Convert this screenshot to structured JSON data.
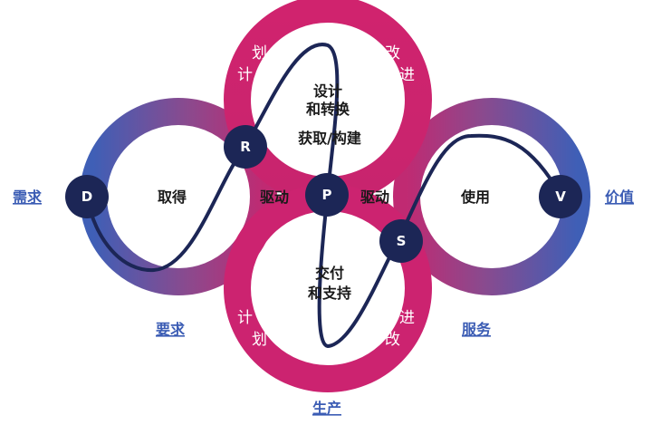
{
  "colors": {
    "blue": "#3f5fb6",
    "magenta": "#d0236e",
    "purple": "#8a4a8e",
    "navy": "#1c2656",
    "link": "#3b5cb4"
  },
  "outer_labels": {
    "demand": "需求",
    "value": "价值",
    "requirement": "要求",
    "service": "服务",
    "production": "生产"
  },
  "rings": {
    "top": {
      "plan_chars": [
        "计",
        "划"
      ],
      "improve_chars": [
        "改",
        "进"
      ],
      "center_lines": [
        "设计",
        "和转换",
        "获取/构建"
      ]
    },
    "bottom": {
      "plan_chars": [
        "计",
        "划"
      ],
      "improve_chars": [
        "进",
        "改"
      ],
      "center_lines": [
        "交付",
        "和支持"
      ]
    },
    "left": {
      "center": "取得"
    },
    "right": {
      "center": "使用"
    }
  },
  "drive": {
    "left": "驱动",
    "right": "驱动"
  },
  "nodes": {
    "D": "D",
    "R": "R",
    "P": "P",
    "S": "S",
    "V": "V"
  }
}
